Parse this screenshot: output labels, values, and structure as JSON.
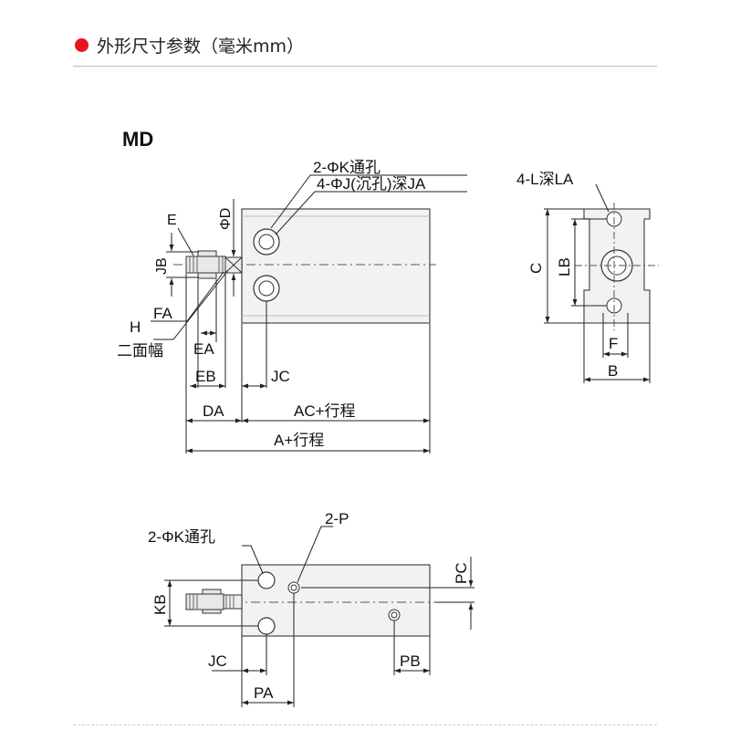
{
  "header": {
    "title": "外形尺寸参数（毫米mm）",
    "bullet_color": "#e8141e"
  },
  "model": "MD",
  "labels": {
    "front": {
      "k_holes": "2-ΦK通孔",
      "j_counterbore": "4-ΦJ(沉孔)深JA",
      "d": "ΦD",
      "e": "E",
      "jb": "JB",
      "fa": "FA",
      "h": "H",
      "flats": "二面幅",
      "ea": "EA",
      "eb": "EB",
      "jc": "JC",
      "da": "DA",
      "ac": "AC+行程",
      "a": "A+行程"
    },
    "side": {
      "l_tapped": "4-L深LA",
      "c": "C",
      "lb": "LB",
      "f": "F",
      "b": "B"
    },
    "bottom": {
      "k_holes": "2-ΦK通孔",
      "p_holes": "2-P",
      "pc": "PC",
      "kb": "KB",
      "jc": "JC",
      "pb": "PB",
      "pa": "PA"
    }
  }
}
